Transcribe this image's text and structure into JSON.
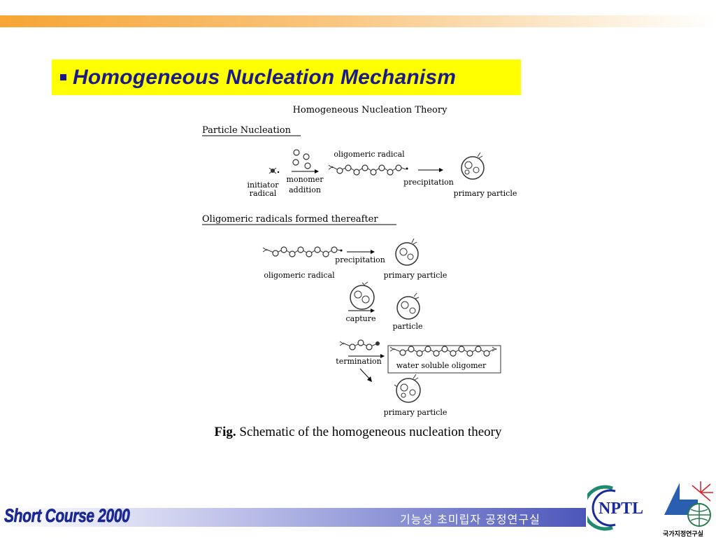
{
  "header": {
    "title": "Homogeneous Nucleation Mechanism"
  },
  "diagram": {
    "heading": "Homogeneous Nucleation Theory",
    "section1": {
      "title": "Particle Nucleation",
      "initiator_line1": "initiator",
      "initiator_line2": "radical",
      "monomer_line1": "monomer",
      "monomer_line2": "addition",
      "oligomeric_radical": "oligomeric   radical",
      "precipitation": "precipitation",
      "primary_particle": "primary particle"
    },
    "section2": {
      "title": "Oligomeric   radicals formed thereafter",
      "precipitation": "precipitation",
      "oligomeric_radical": "oligomeric   radical",
      "primary_particle": "primary particle",
      "capture": "capture",
      "particle": "particle",
      "termination": "termination",
      "water_soluble_oligomer": "water soluble   oligomer",
      "primary_particle_2": "primary particle"
    }
  },
  "caption": {
    "prefix": "Fig.",
    "text": " Schematic of the homogeneous nucleation theory"
  },
  "footer": {
    "course": "Short Course 2000",
    "lab": "기능성 초미립자 공정연구실",
    "logo_text": "NPTL",
    "org": "국가지정연구실"
  },
  "colors": {
    "title_bg": "#ffff00",
    "title_text": "#1a1a8c",
    "top_bar": "#f7a535",
    "bottom_bar": "#4c56b9"
  }
}
